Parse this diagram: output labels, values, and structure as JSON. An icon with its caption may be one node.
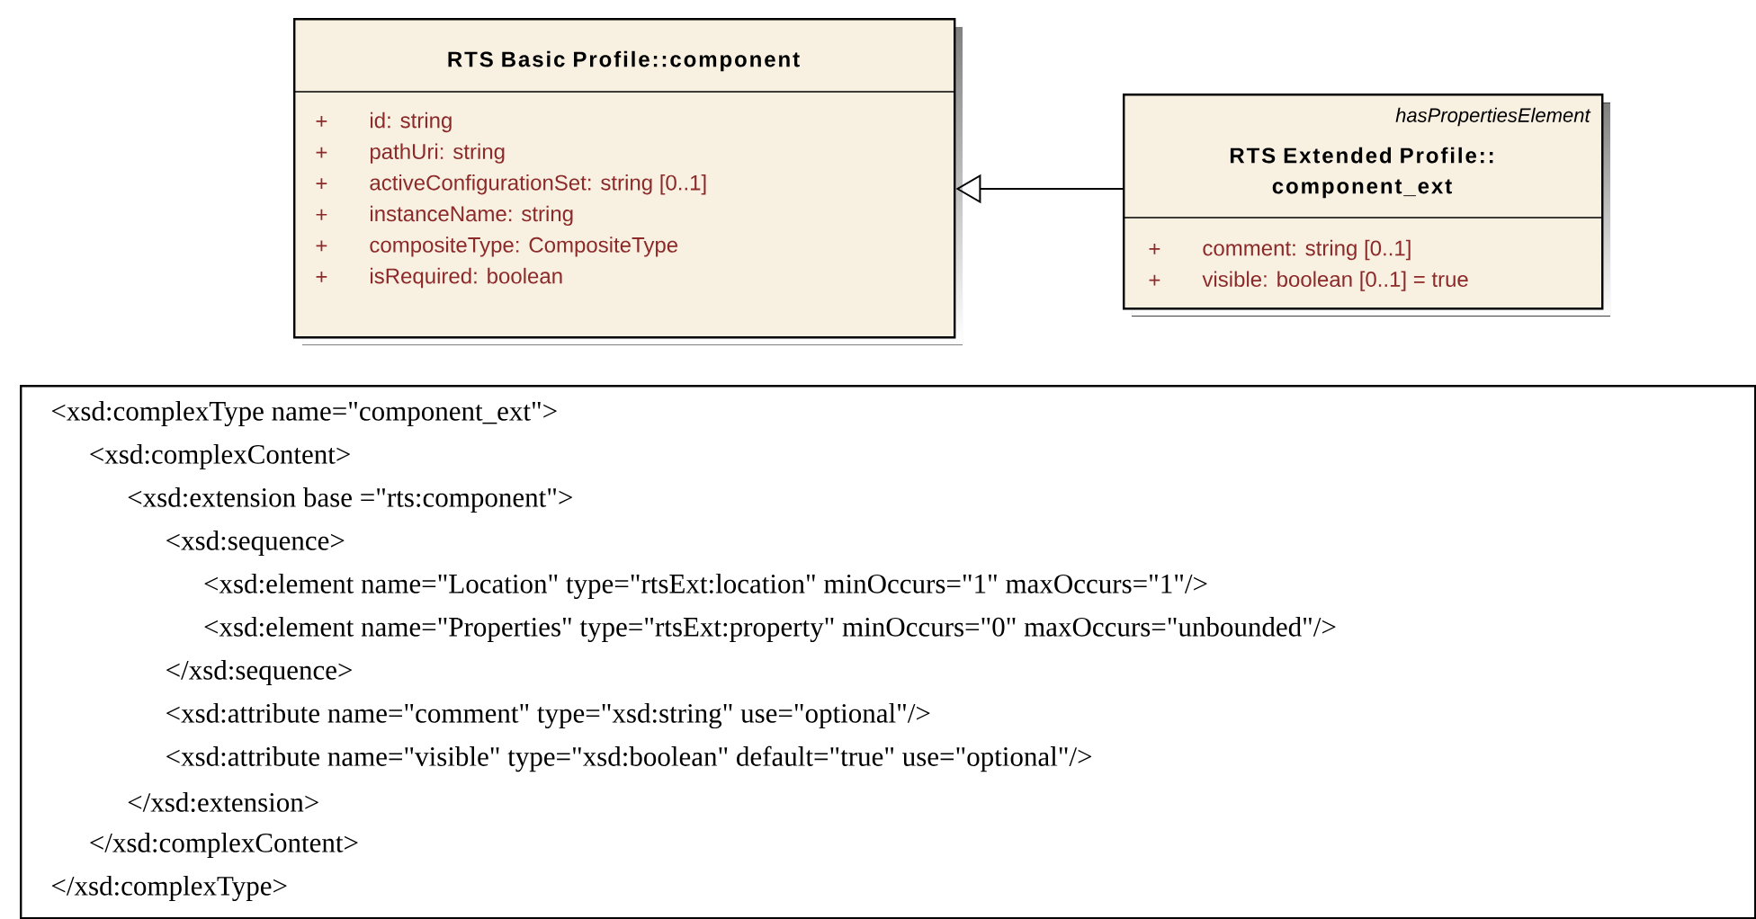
{
  "diagram": {
    "nodes": [
      {
        "text": [
          "RTS Basic Profile::component",
          "+",
          "id: string",
          "+",
          "pathUri: string",
          "+",
          "activeConfigurationSet: string [0..1]",
          "+",
          "instanceName: string",
          "+",
          "compositeType: CompositeType",
          "+",
          "isRequired: boolean"
        ]
      },
      {
        "text": [
          "hasPropertiesElement",
          "RTS Extended Profile:: component_ext",
          "+",
          "comment: string [0..1]",
          "+",
          "visible: boolean [0..1] = true"
        ]
      },
      {
        "text": [
          "<xsd:complexType name=\"component_ext\">",
          "<xsd:complexContent>",
          "<xsd:extension base =\"rts:component\">",
          "<xsd:sequence>",
          "<xsd:element name=\"Location\" type=\"rtsExt:location\" minOccurs=\"1\" maxOccurs=\"1\"/>",
          "<xsd:element name=\"Properties\" type=\"rtsExt:property\" minOccurs=\"0\" maxOccurs=\"unbounded\"/>",
          "</xsd:sequence>",
          "<xsd:attribute name=\"comment\" type=\"xsd:string\" use=\"optional\"/>",
          "<xsd:attribute name=\"visible\" type=\"xsd:boolean\" default=\"true\" use=\"optional\"/>",
          "</xsd:extension>",
          "</xsd:complexContent>",
          "</xsd:complexType>"
        ]
      }
    ],
    "edges": [
      {
        "from": 1,
        "to": 0,
        "arrow": "to"
      }
    ]
  }
}
